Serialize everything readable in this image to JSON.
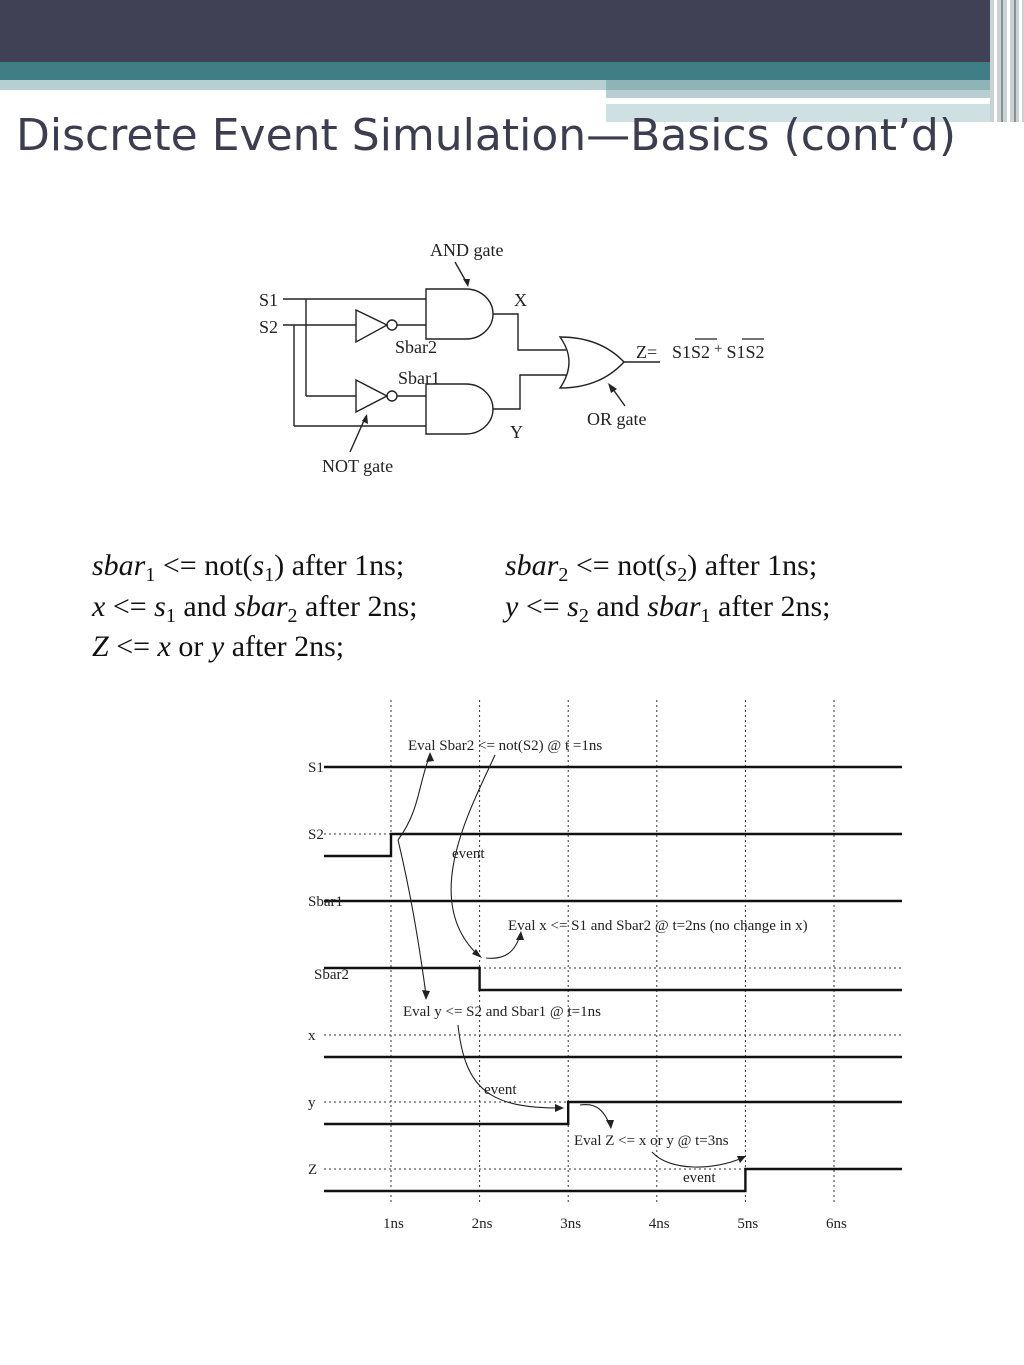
{
  "title": "Discrete Event Simulation—Basics (cont’d)",
  "circuit": {
    "and_gate_label": "AND gate",
    "or_gate_label": "OR gate",
    "not_gate_label": "NOT gate",
    "input1": "S1",
    "input2": "S2",
    "sbar2": "Sbar2",
    "sbar1": "Sbar1",
    "x": "X",
    "y": "Y",
    "z_prefix": "Z=",
    "z_expr_parts": [
      "S1",
      "S2",
      "+",
      "S1",
      "S2"
    ]
  },
  "equations": {
    "line1a": {
      "lhs": "sbar",
      "lhs_sub": "1",
      "op": " <=  not(",
      "arg": "s",
      "arg_sub": "1",
      "tail": ") after 1ns;"
    },
    "line1b": {
      "lhs": "sbar",
      "lhs_sub": "2",
      "op": " <=  not(",
      "arg": "s",
      "arg_sub": "2",
      "tail": ") after 1ns;"
    },
    "line2a": {
      "lhs": "x",
      "op": " <= ",
      "a": "s",
      "a_sub": "1",
      "mid": " and ",
      "b": "sbar",
      "b_sub": "2",
      "tail": " after 2ns;"
    },
    "line2b": {
      "lhs": "y",
      "op": " <= ",
      "a": "s",
      "a_sub": "2",
      "mid": " and ",
      "b": "sbar",
      "b_sub": "1",
      "tail": " after 2ns;"
    },
    "line3": {
      "lhs": "Z",
      "op": " <= ",
      "a": "x",
      "mid": " or ",
      "b": "y",
      "tail": " after 2ns;"
    }
  },
  "timing": {
    "signals": [
      "S1",
      "S2",
      "Sbar1",
      "Sbar2",
      "x",
      "y",
      "Z"
    ],
    "ticks": [
      "1ns",
      "2ns",
      "3ns",
      "4ns",
      "5ns",
      "6ns"
    ],
    "annotations": {
      "eval_sbar2": "Eval Sbar2 <= not(S2)  @ t =1ns",
      "event1": "event",
      "eval_x": "Eval x <= S1 and Sbar2 @ t=2ns (no change in x)",
      "eval_y": "Eval y <= S2 and Sbar1  @ t=1ns",
      "event2": "event",
      "eval_z": "Eval Z <= x or y @ t=3ns",
      "event3": "event"
    },
    "waveforms": {
      "S1": {
        "initial": 1,
        "transitions": []
      },
      "S2": {
        "initial": 0,
        "transitions": [
          {
            "t": 1,
            "to": 1
          }
        ]
      },
      "Sbar1": {
        "initial": 1,
        "transitions": []
      },
      "Sbar2": {
        "initial": 1,
        "transitions": [
          {
            "t": 2,
            "to": 0
          }
        ]
      },
      "x": {
        "initial": 0,
        "transitions": []
      },
      "y": {
        "initial": 0,
        "transitions": [
          {
            "t": 3,
            "to": 1
          }
        ]
      },
      "Z": {
        "initial": 0,
        "transitions": [
          {
            "t": 5,
            "to": 1
          }
        ]
      }
    }
  }
}
